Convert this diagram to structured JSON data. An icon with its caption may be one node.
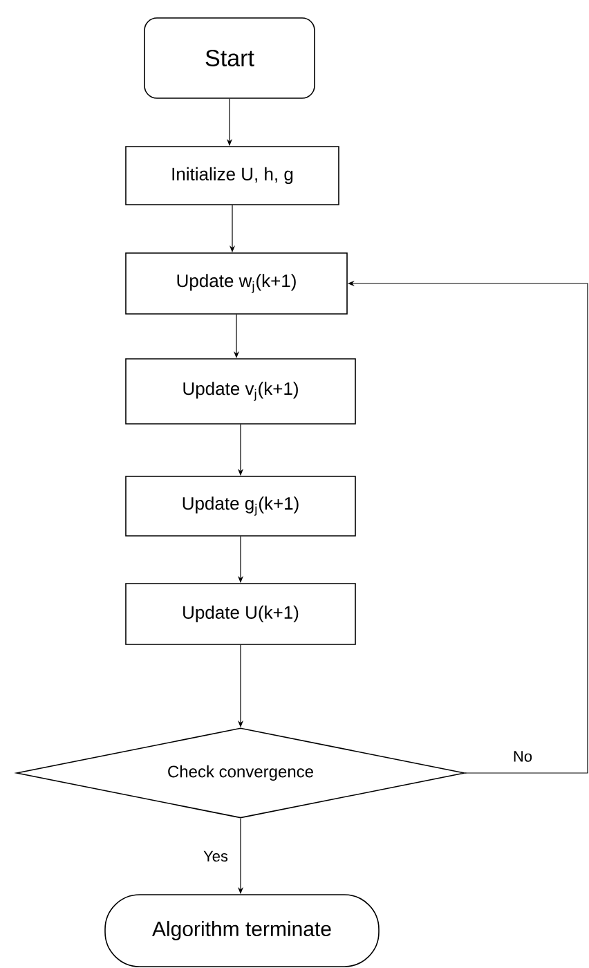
{
  "diagram": {
    "nodes": [
      {
        "text": [
          "Start"
        ]
      },
      {
        "text": [
          "Initialize U, h, g"
        ]
      },
      {
        "text": [
          "Update w$_{j}$(k+1)"
        ]
      },
      {
        "text": [
          "Update v$_{j}$(k+1)"
        ]
      },
      {
        "text": [
          "Update g$_{j}$(k+1)"
        ]
      },
      {
        "text": [
          "Update U(k+1)"
        ]
      },
      {
        "text": [
          "Check convergence"
        ]
      },
      {
        "text": [
          "Algorithm terminate"
        ]
      }
    ],
    "edges": [
      {
        "from": 0,
        "to": 1,
        "arrow": "to"
      },
      {
        "from": 1,
        "to": 2,
        "arrow": "to"
      },
      {
        "from": 2,
        "to": 3,
        "arrow": "to"
      },
      {
        "from": 3,
        "to": 4,
        "arrow": "to"
      },
      {
        "from": 4,
        "to": 5,
        "arrow": "to"
      },
      {
        "from": 5,
        "to": 6,
        "arrow": "to"
      },
      {
        "from": 6,
        "to": 7,
        "arrow": "to",
        "label": "Yes"
      },
      {
        "from": 6,
        "to": 2,
        "arrow": "to",
        "label": "No"
      }
    ]
  }
}
